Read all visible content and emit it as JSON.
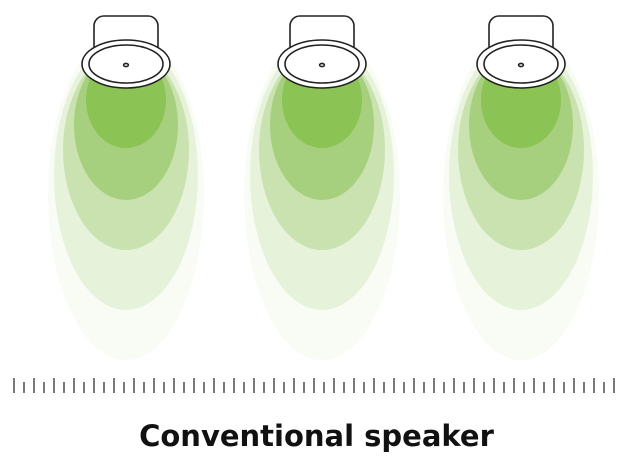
{
  "caption": "Conventional speaker",
  "speakers": [
    {
      "id": 1
    },
    {
      "id": 2
    },
    {
      "id": 3
    }
  ],
  "colors": {
    "dispersion": "#7cbb41",
    "outline": "#222222",
    "caption": "#111111"
  }
}
